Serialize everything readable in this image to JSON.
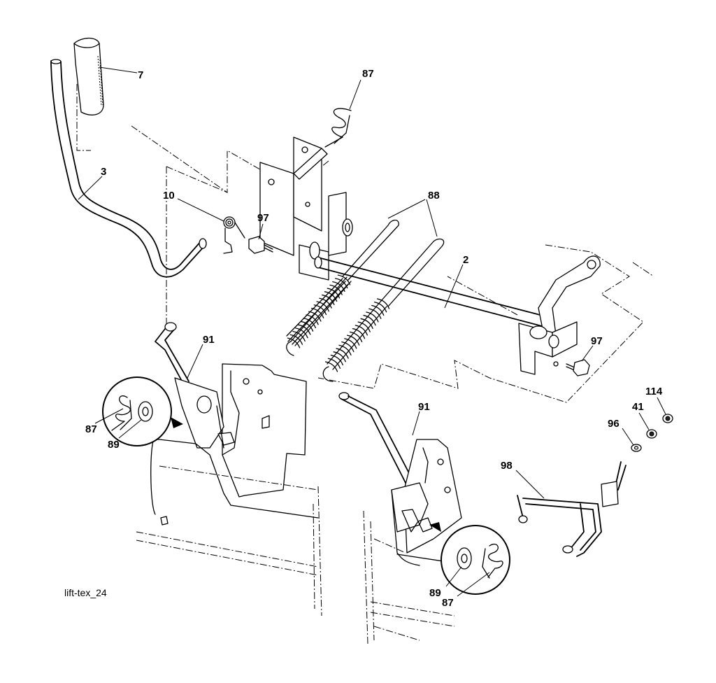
{
  "diagram": {
    "caption": "lift-tex_24",
    "callouts": [
      {
        "id": "c-7",
        "text": "7"
      },
      {
        "id": "c-87-top",
        "text": "87"
      },
      {
        "id": "c-3",
        "text": "3"
      },
      {
        "id": "c-10",
        "text": "10"
      },
      {
        "id": "c-97-left",
        "text": "97"
      },
      {
        "id": "c-88",
        "text": "88"
      },
      {
        "id": "c-2",
        "text": "2"
      },
      {
        "id": "c-97-right",
        "text": "97"
      },
      {
        "id": "c-91-left",
        "text": "91"
      },
      {
        "id": "c-87-left",
        "text": "87"
      },
      {
        "id": "c-89-left",
        "text": "89"
      },
      {
        "id": "c-91-right",
        "text": "91"
      },
      {
        "id": "c-114",
        "text": "114"
      },
      {
        "id": "c-41",
        "text": "41"
      },
      {
        "id": "c-96",
        "text": "96"
      },
      {
        "id": "c-98",
        "text": "98"
      },
      {
        "id": "c-89-bottom",
        "text": "89"
      },
      {
        "id": "c-87-bottom",
        "text": "87"
      }
    ]
  }
}
